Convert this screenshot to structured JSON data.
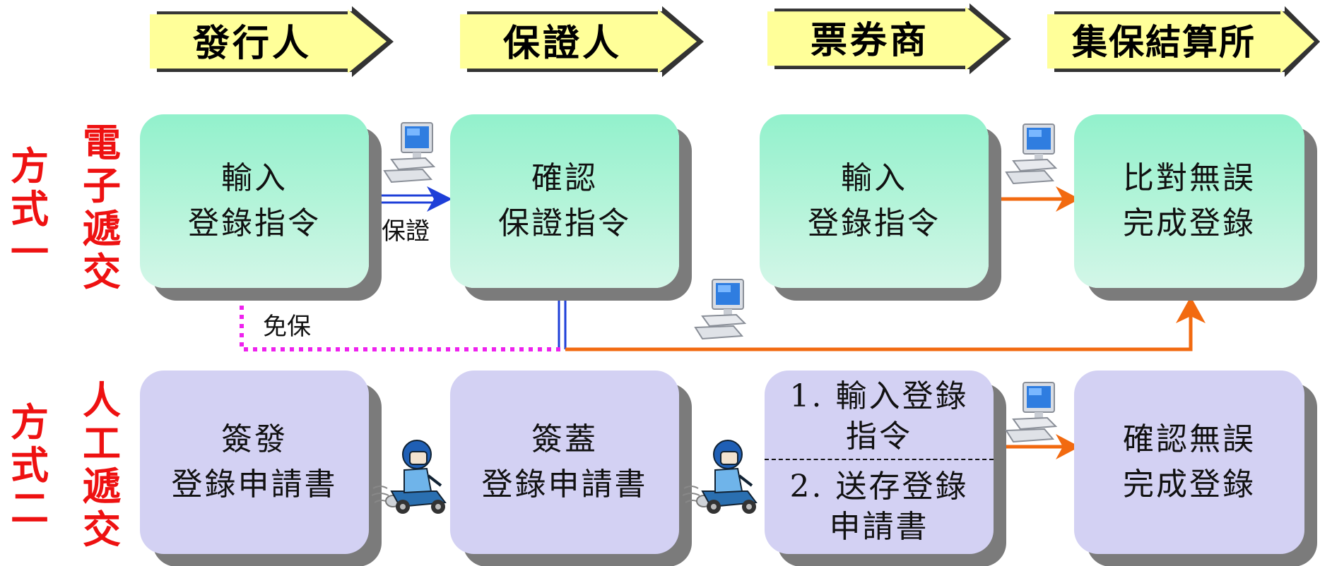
{
  "headers": [
    "發行人",
    "保證人",
    "票券商",
    "集保結算所"
  ],
  "methods": [
    {
      "label": "方式一",
      "sublabel": "電子遞交"
    },
    {
      "label": "方式二",
      "sublabel": "人工遞交"
    }
  ],
  "boxes": {
    "issuer_electronic": [
      "輸入",
      "登錄指令"
    ],
    "guarantor_electronic": [
      "確認",
      "保證指令"
    ],
    "dealer_electronic": [
      "輸入",
      "登錄指令"
    ],
    "clearing_electronic": [
      "比對無誤",
      "完成登錄"
    ],
    "issuer_manual": [
      "簽發",
      "登錄申請書"
    ],
    "guarantor_manual": [
      "簽蓋",
      "登錄申請書"
    ],
    "dealer_manual_step1": [
      "1. 輸入登錄",
      "指令"
    ],
    "dealer_manual_step2": [
      "2. 送存登錄",
      "申請書"
    ],
    "clearing_manual": [
      "確認無誤",
      "完成登錄"
    ]
  },
  "connector_labels": {
    "guarantee": "保證",
    "no_guarantee": "免保"
  },
  "icons": [
    "computer-icon",
    "scooter-courier-icon"
  ],
  "colors": {
    "header_fill": "#ffff99",
    "green_box": "#b6f4da",
    "purple_box": "#d3d1f3",
    "method_text": "#ee1111",
    "blue_arrow": "#1e3fd8",
    "orange_arrow": "#f26a10",
    "magenta_dotted": "#ee22ee"
  }
}
